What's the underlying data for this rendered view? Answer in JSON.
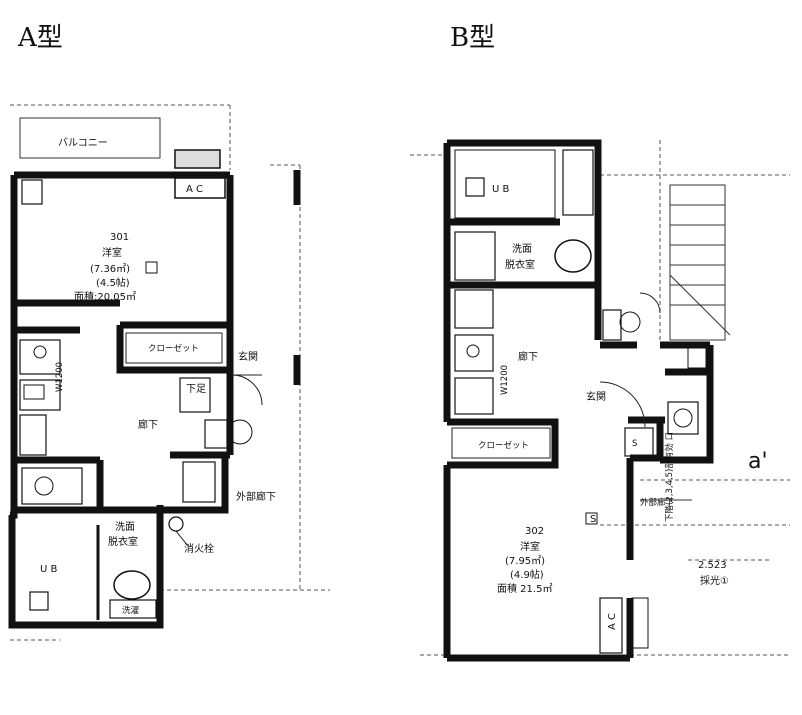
{
  "plans": {
    "a": {
      "title": "A型",
      "balcony": "バルコニー",
      "ac_top": "A C",
      "room_no": "301",
      "room_name": "洋室",
      "room_area_tatami": "(7.36㎡)",
      "room_size": "(4.5帖)",
      "floor_area": "面積:20.05㎡",
      "closet": "クローゼット",
      "entrance": "玄関",
      "shoebox": "下足",
      "hallway": "廊下",
      "width_label": "W1200",
      "washroom": "洗面\n脱衣室",
      "bathroom": "U B",
      "toilet": "洗濯",
      "fire_ext": "消火栓",
      "ext_corridor": "外部廊下"
    },
    "b": {
      "title": "B型",
      "bathroom": "U B",
      "washroom": "洗面\n脱衣室",
      "hallway": "廊下",
      "width_label": "W1200",
      "entrance": "玄関",
      "closet": "クローゼット",
      "room_no": "302",
      "room_name": "洋室",
      "room_area_tatami": "(7.95㎡)",
      "room_size": "(4.9帖)",
      "floor_area": "面積 21.5㎡",
      "ac": "A C",
      "dim_value": "2.523",
      "light_label": "採光①",
      "marker": "a'",
      "side_note": "下階(2,3,4,5)部有効 口",
      "ext_walk": "外部廊下",
      "mark_s": "S",
      "mark_s2": "S"
    }
  },
  "colors": {
    "wall": "#111111",
    "line": "#333333",
    "paper": "#ffffff"
  }
}
